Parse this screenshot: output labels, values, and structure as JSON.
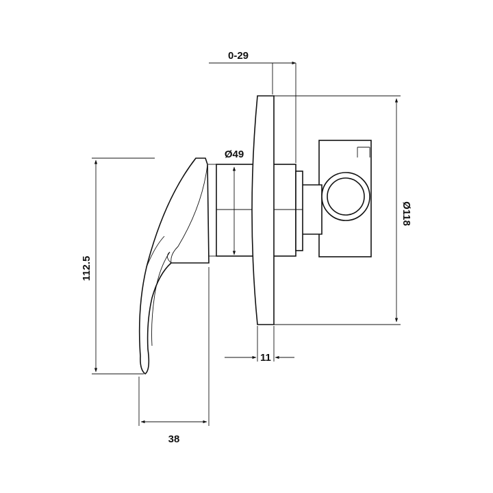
{
  "dimensions": {
    "adjustment_range": "0-29",
    "spindle_diameter": "Ø49",
    "plate_diameter": "Ø118",
    "plate_thickness": "11",
    "lever_height": "112.5",
    "lever_width": "38"
  },
  "colors": {
    "line": "#111111",
    "background": "#ffffff"
  }
}
